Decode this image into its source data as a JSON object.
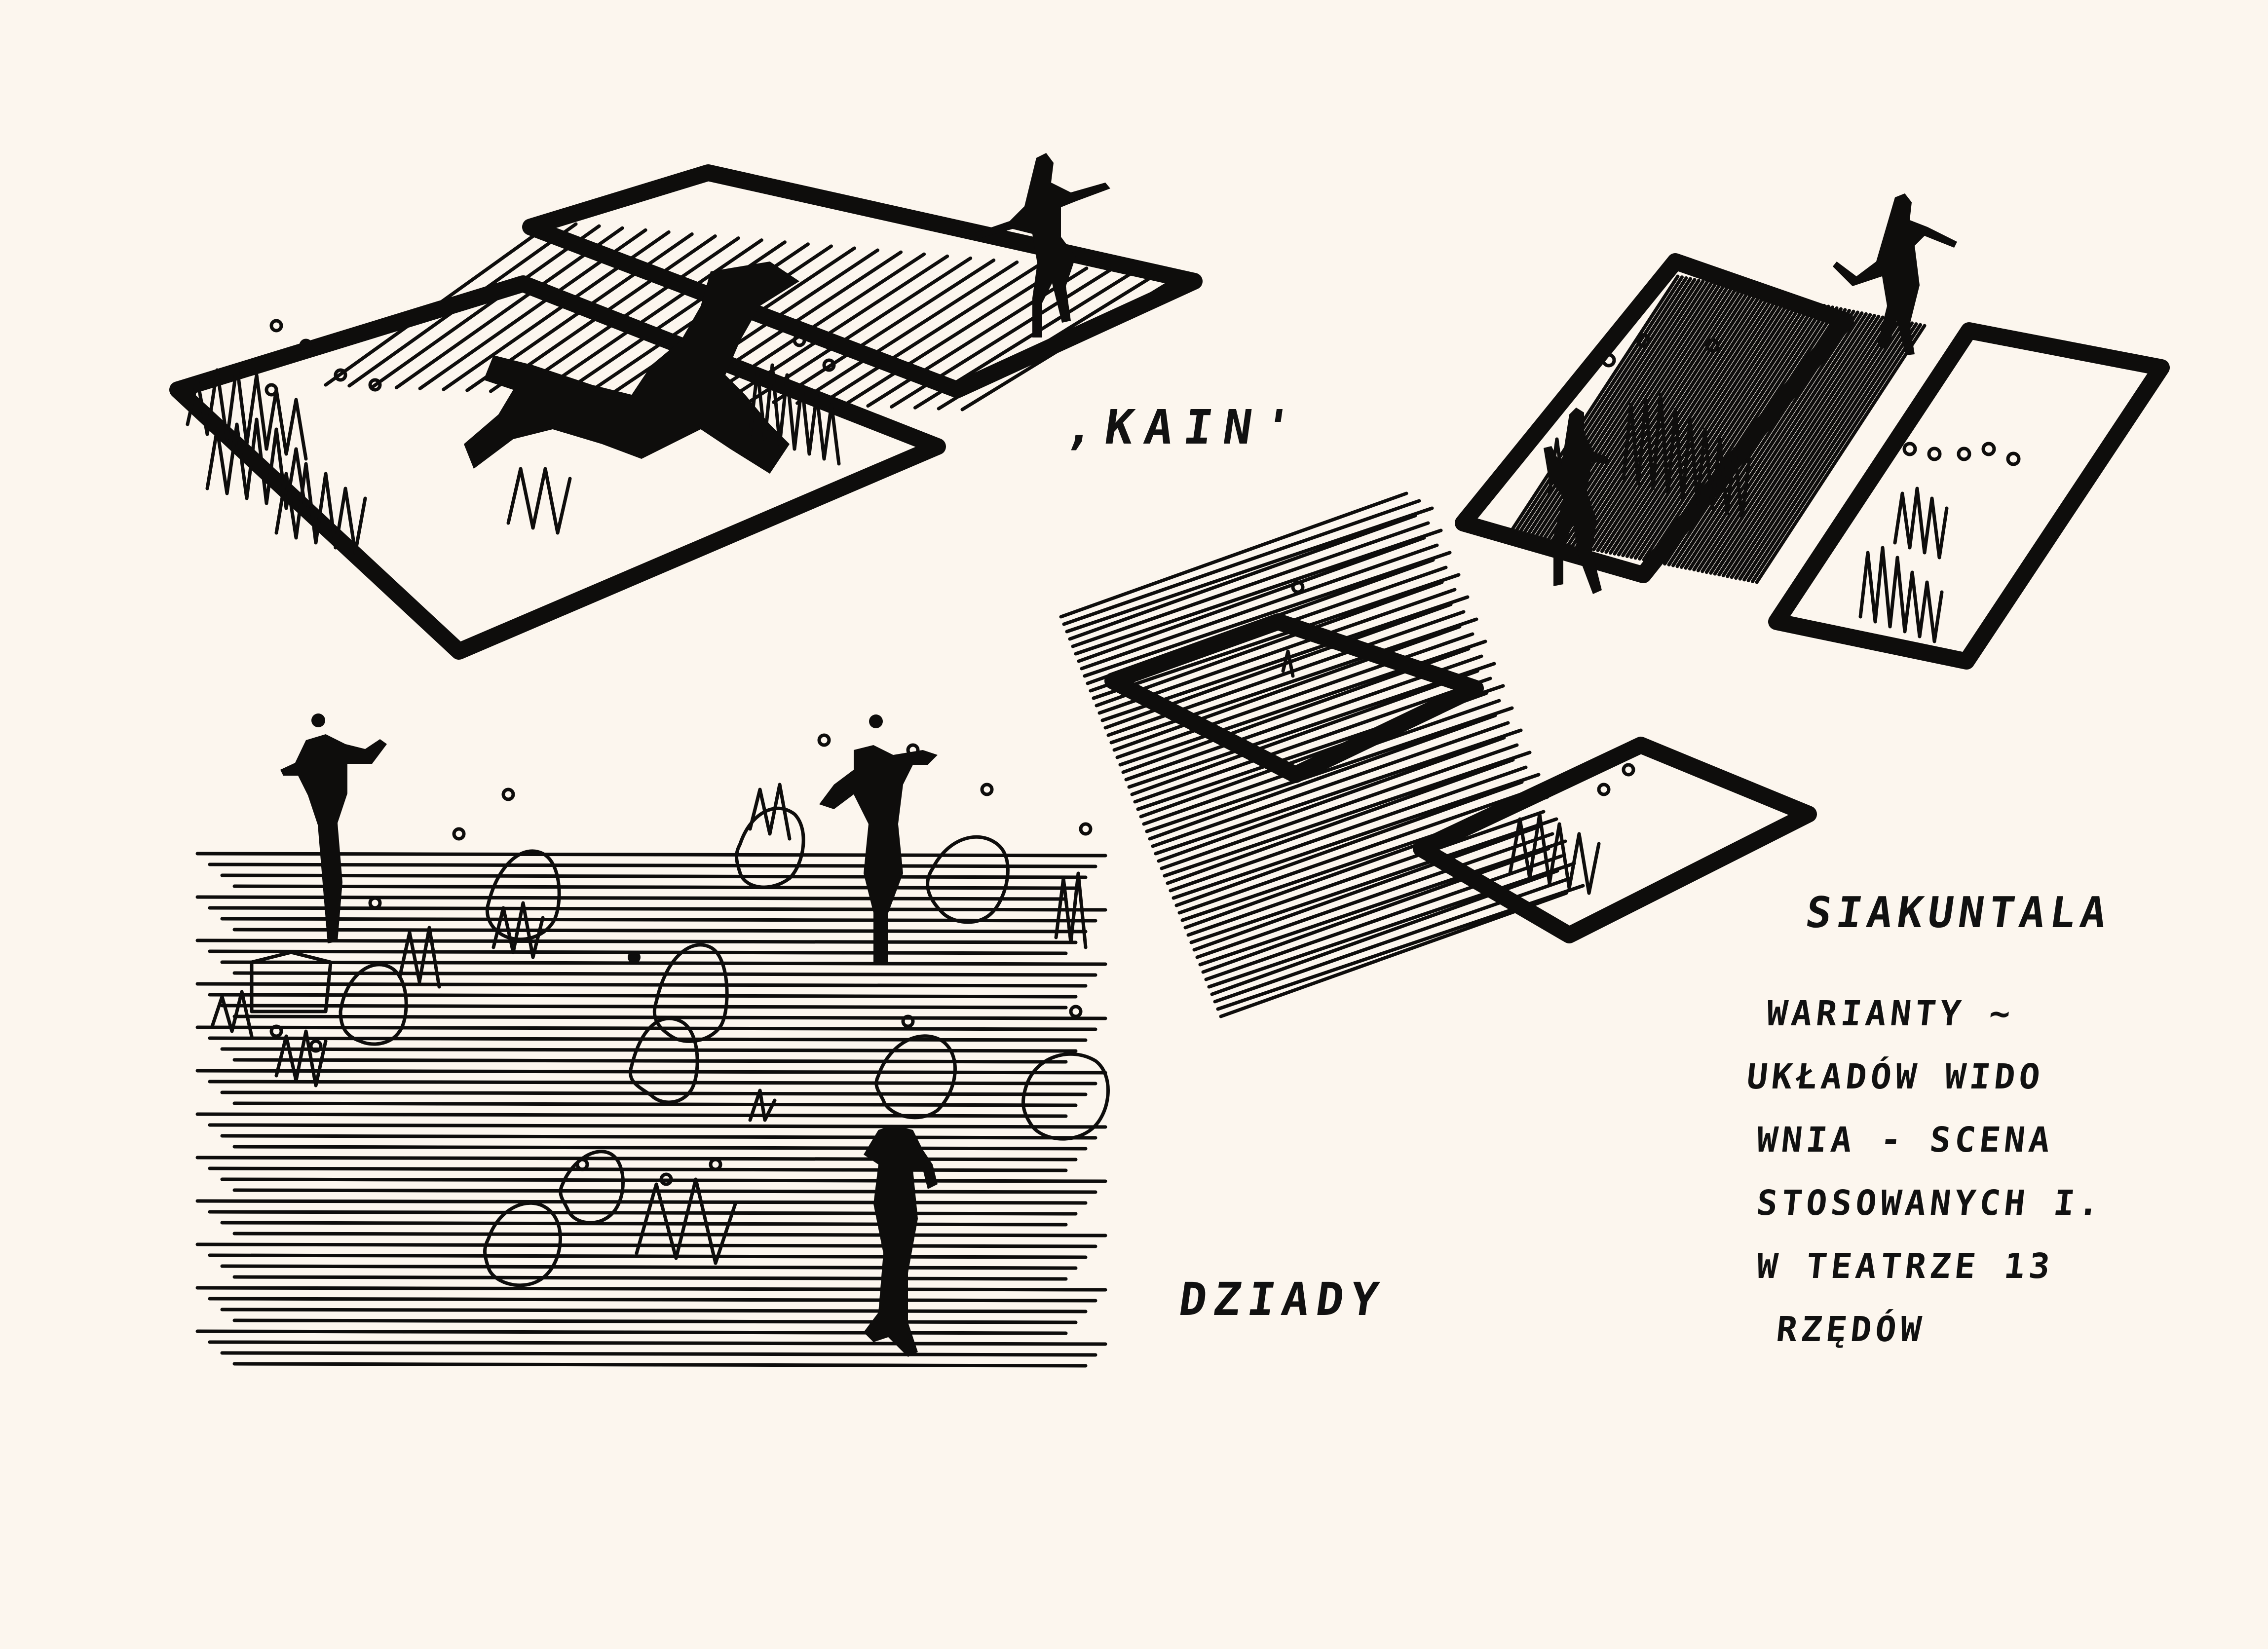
{
  "captions": {
    "kain": ",KAIN'",
    "siakuntala": "SIAKUNTALA",
    "dziady": "DZIADY"
  },
  "note": {
    "lines": [
      "WARIANTY ~",
      "UKŁADÓW WIDO",
      "WNIA - SCENA",
      "STOSOWANYCH I.",
      "W TEATRZE 13",
      "RZĘDÓW"
    ]
  },
  "colors": {
    "paper": "#fcf6ee",
    "ink": "#0e0d0c"
  }
}
